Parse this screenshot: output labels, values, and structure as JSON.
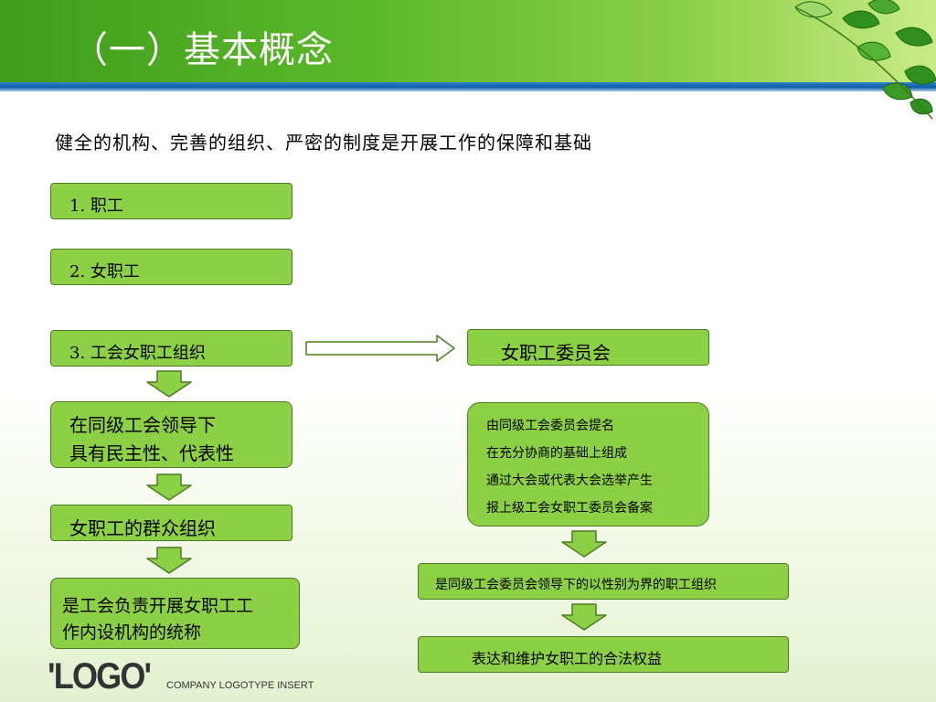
{
  "header": {
    "title": "（一）基本概念"
  },
  "subtitle": "健全的机构、完善的组织、严密的制度是开展工作的保障和基础",
  "left": {
    "item1": "1. 职工",
    "item2": "2. 女职工",
    "item3": "3. 工会女职工组织",
    "nature": [
      "在同级工会领导下",
      "具有民主性、代表性"
    ],
    "mass": "女职工的群众组织",
    "definition": [
      "是工会负责开展女职工工",
      "作内设机构的统称"
    ]
  },
  "right": {
    "committee": "女职工委员会",
    "steps": [
      "由同级工会委员会提名",
      "在充分协商的基础上组成",
      "通过大会或代表大会选举产生",
      "报上级工会女职工委员会备案"
    ],
    "nature": "是同级工会委员会领导下的以性别为界的职工组织",
    "purpose": "表达和维护女职工的合法权益"
  },
  "footer": {
    "logo": "'LOGO'",
    "tagline": "COMPANY LOGOTYPE INSERT"
  },
  "colors": {
    "box_fill": "#8cd045",
    "box_border": "#4f7a23",
    "header_green": "#5cb82b",
    "header_stripe": "#0f5fa8"
  }
}
